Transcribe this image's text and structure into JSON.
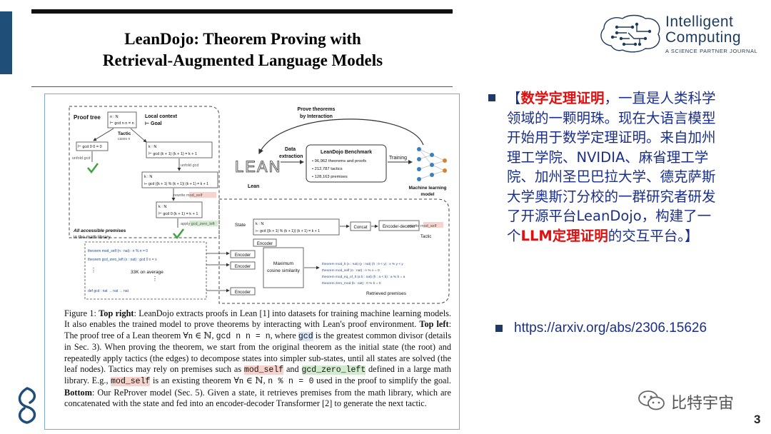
{
  "slide": {
    "title_line1": "LeanDojo: Theorem Proving with",
    "title_line2": "Retrieval-Augmented Language Models",
    "page_number": "3"
  },
  "journal": {
    "name_line1": "Intelligent",
    "name_line2": "Computing",
    "tagline": "A SCIENCE PARTNER JOURNAL"
  },
  "figure": {
    "proof_tree": "Proof tree",
    "root_goal_1": "n : N",
    "root_goal_2": "⊢ gcd n n = n",
    "local_context": "Local context",
    "goal_label": "⊢ Goal",
    "tactic": "Tactic",
    "cases_n": "cases n",
    "gcd_zero": "⊢ gcd 0 0 = 0",
    "unfold_gcd": "unfold gcd",
    "node2_1": "k : N",
    "node2_2": "⊢ gcd (k + 1) (k + 1) = k + 1",
    "node3_1": "k : N",
    "node3_2": "⊢ gcd ((k + 1) % (k + 1)) (k + 1) = k + 1",
    "rewrite_mod_self": "rewrite mod_self",
    "node4_1": "k : N",
    "node4_2": "⊢ gcd 0 (k + 1) = k + 1",
    "apply_gcd_zero_left": "apply gcd_zero_left",
    "all_premises_1": "All accessible premises",
    "all_premises_2": "in the math library",
    "prem_1": "theorem mod_self (n : nat) : n % n = 0",
    "prem_2": "theorem gcd_zero_left (x : nat) : gcd 0 x = x",
    "prem_33k": "33K on average",
    "prem_3": "def gcd : nat → nat → nat",
    "prove_theorems_1": "Prove theorems",
    "prove_theorems_2": "by Interaction",
    "lean_logo": "LEAN",
    "lean_label": "Lean",
    "data_extraction_1": "Data",
    "data_extraction_2": "extraction",
    "benchmark_title": "LeanDojo Benchmark",
    "benchmark_items": [
      "96,962 theorems and proofs",
      "212,787 tactics",
      "128,163 premises"
    ],
    "training": "Training",
    "ml_model_1": "Machine learning",
    "ml_model_2": "model",
    "state_label": "State",
    "state_1": "k : N",
    "state_2": "⊢ gcd ((k + 1) % (k + 1)) (k + 1) = k + 1",
    "concat": "Concat",
    "encoder_decoder": "Encoder-decoder",
    "rewrite_mod_self_2": "rewrite mod_self",
    "tactic_label": "Tactic",
    "encoder": "Encoder",
    "max_cos_1": "Maximum",
    "max_cos_2": "cosine similarity",
    "retrieved": [
      "theorem mod_lt (x : nat) (y : nat) (h : 0 < y) : x % y < y",
      "theorem mod_self (n : nat) : n % n = 0",
      "theorem mod_eq_of_lt (a b : nat) (h : a < b) : a % b = a",
      "theorem zero_mod (b : nat) : 0 % b = 0"
    ],
    "retrieved_premises": "Retrieved premises"
  },
  "caption": {
    "fig": "Figure 1:",
    "top_right": "Top right",
    "t1": ": LeanDojo extracts proofs in Lean [1] into datasets for training machine learning models. It also enables the trained model to prove theorems by interacting with Lean's proof environment.",
    "top_left": "Top left",
    "t2": ": The proof tree of a Lean theorem ∀n ∈ ℕ,",
    "code_gcd_nn": "gcd n n = n",
    "t3": ", where",
    "code_gcd": "gcd",
    "t4": "is the greatest common divisor (details in Sec. 3). When proving the theorem, we start from the original theorem as the initial state (the root) and repeatedly apply tactics (the edges) to decompose states into simpler sub-states, until all states are solved (the leaf nodes). Tactics may rely on premises such as",
    "code_mod_self": "mod_self",
    "t5": "and",
    "code_gcd_zero_left": "gcd_zero_left",
    "t6": "defined in a large math library. E.g.,",
    "t7": "is an existing theorem ∀n ∈ ℕ,",
    "code_n_mod_n": "n % n = 0",
    "t8": "used in the proof to simplify the goal.",
    "bottom": "Bottom",
    "t9": ": Our ReProver model (Sec. 5). Given a state, it retrieves premises from the math library, which are concatenated with the state and fed into an encoder-decoder Transformer [2] to generate the next tactic."
  },
  "bullets": {
    "open_bracket": "【",
    "red1": "数学定理证明",
    "t1": "，一直是人类科学领域的一颗明珠。现在大语言模型开始用于数学定理证明。来自加州理工学院、NVIDIA、麻省理工学院、加州圣巴巴拉大学、德克萨斯大学奥斯汀分校的一群研究者研发了开源平台LeanDojo，构建了一个",
    "red2": "LLM定理证明",
    "t2": "的交互平台。】",
    "link": "https://arxiv.org/abs/2306.15626"
  },
  "watermark": {
    "text": "比特宇宙"
  },
  "colors": {
    "accent_blue": "#1f4e79",
    "text_blue": "#1a2e8c",
    "highlight_red": "#e01010",
    "figure_border": "#7fa7cf",
    "check_green": "#3ea33e"
  }
}
